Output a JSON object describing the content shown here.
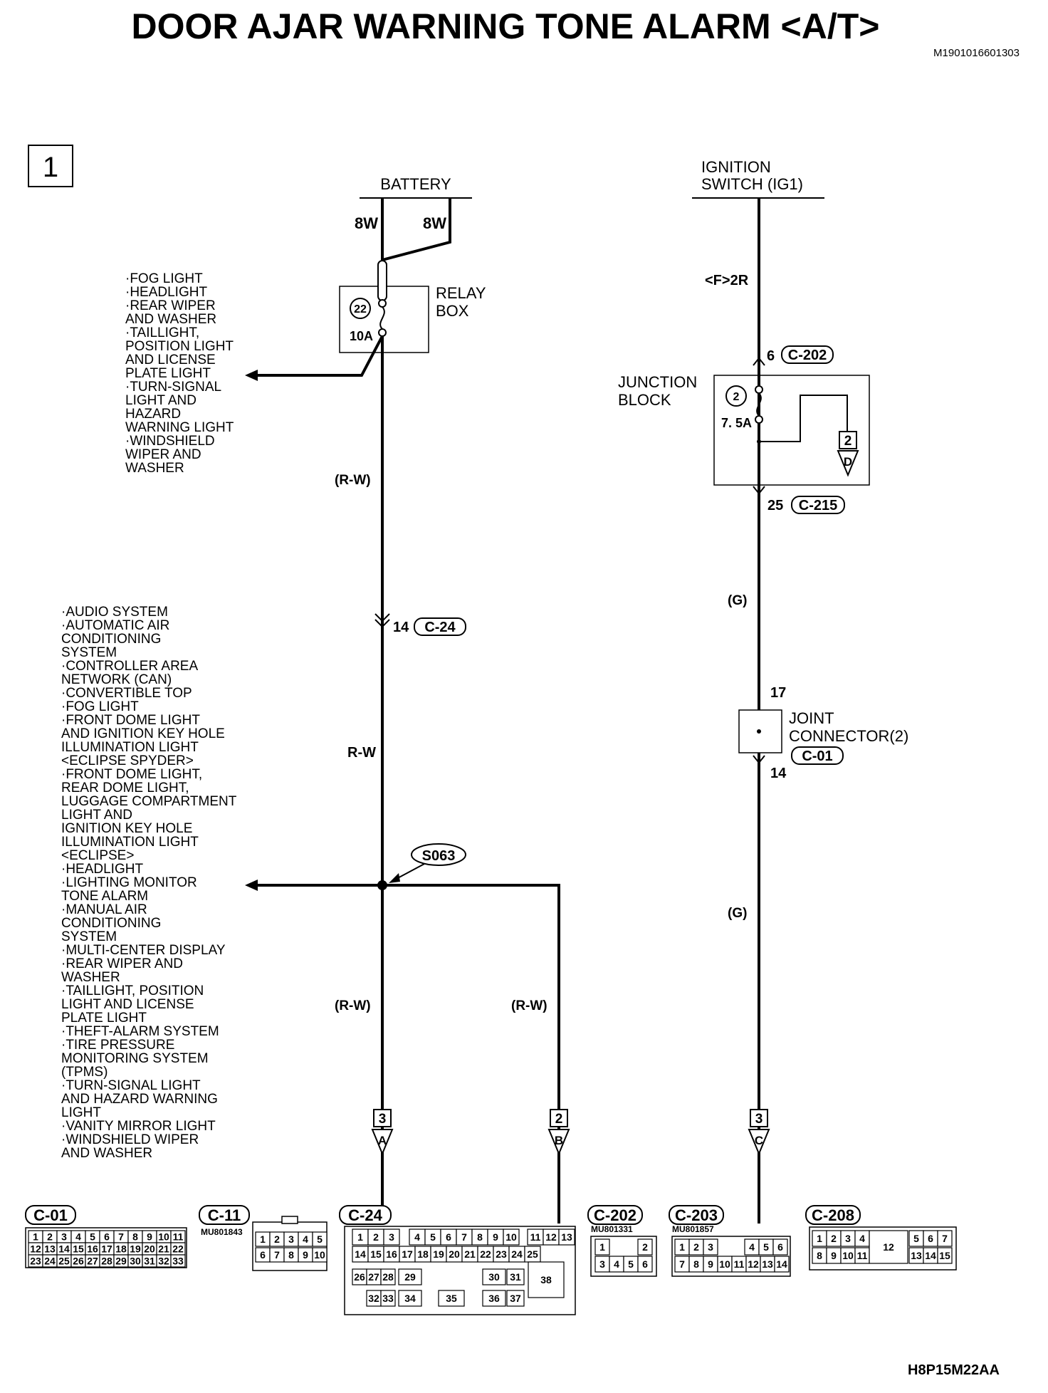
{
  "title": "DOOR AJAR WARNING TONE ALARM <A/T>",
  "doc_id": "M1901016601303",
  "page_number": "1",
  "footer_code": "H8P15M22AA",
  "battery": {
    "label": "BATTERY",
    "wire_left": "8W",
    "wire_right": "8W"
  },
  "relay_box": {
    "label_line1": "RELAY",
    "label_line2": "BOX",
    "fuse_number": "22",
    "fuse_rating": "10A"
  },
  "relay_branch_list": [
    "·FOG LIGHT",
    "·HEADLIGHT",
    "·REAR WIPER",
    " AND WASHER",
    "·TAILLIGHT,",
    " POSITION LIGHT",
    " AND LICENSE",
    " PLATE LIGHT",
    "·TURN-SIGNAL",
    " LIGHT AND",
    " HAZARD",
    " WARNING LIGHT",
    "·WINDSHIELD",
    " WIPER AND",
    " WASHER"
  ],
  "left_wire": {
    "color_upper": "(R-W)",
    "connector_pin": "14",
    "connector": "C-24",
    "color_mid": "R-W",
    "splice": "S063",
    "color_lower_left": "(R-W)",
    "color_lower_right": "(R-W)"
  },
  "splice_branch_list": [
    "·AUDIO SYSTEM",
    "·AUTOMATIC AIR",
    " CONDITIONING",
    " SYSTEM",
    "·CONTROLLER AREA",
    " NETWORK (CAN)",
    "·CONVERTIBLE TOP",
    "·FOG LIGHT",
    "·FRONT DOME LIGHT",
    " AND IGNITION KEY HOLE",
    " ILLUMINATION LIGHT",
    " <ECLIPSE SPYDER>",
    "·FRONT DOME LIGHT,",
    " REAR DOME LIGHT,",
    " LUGGAGE COMPARTMENT",
    " LIGHT AND",
    " IGNITION KEY HOLE",
    " ILLUMINATION LIGHT",
    " <ECLIPSE>",
    "·HEADLIGHT",
    "·LIGHTING MONITOR",
    " TONE ALARM",
    "·MANUAL AIR",
    " CONDITIONING",
    " SYSTEM",
    "·MULTI-CENTER DISPLAY",
    "·REAR WIPER AND",
    " WASHER",
    "·TAILLIGHT, POSITION",
    " LIGHT AND LICENSE",
    " PLATE LIGHT",
    "·THEFT-ALARM SYSTEM",
    "·TIRE PRESSURE",
    " MONITORING SYSTEM",
    " (TPMS)",
    "·TURN-SIGNAL LIGHT",
    " AND HAZARD WARNING",
    " LIGHT",
    "·VANITY MIRROR LIGHT",
    "·WINDSHIELD WIPER",
    " AND WASHER"
  ],
  "ignition": {
    "label_line1": "IGNITION",
    "label_line2": "SWITCH (IG1)",
    "wire_code": "<F>2R",
    "jb_in_pin": "6",
    "jb_in_connector": "C-202",
    "jb_label_line1": "JUNCTION",
    "jb_label_line2": "BLOCK",
    "fuse_number": "2",
    "fuse_rating": "7. 5A",
    "jb_out_pin": "25",
    "jb_out_connector": "C-215",
    "color_upper": "(G)",
    "jc_in_pin": "17",
    "jc_label_line1": "JOINT",
    "jc_label_line2": "CONNECTOR(2)",
    "jc_connector": "C-01",
    "jc_out_pin": "14",
    "color_lower": "(G)"
  },
  "jb_ref": {
    "page": "2",
    "letter": "D"
  },
  "outputs": [
    {
      "page": "3",
      "letter": "A"
    },
    {
      "page": "2",
      "letter": "B"
    },
    {
      "page": "3",
      "letter": "C"
    }
  ],
  "connectors": {
    "c01": {
      "name": "C-01",
      "rows": [
        [
          "1",
          "2",
          "3",
          "4",
          "5",
          "6",
          "7",
          "8",
          "9",
          "10",
          "11"
        ],
        [
          "12",
          "13",
          "14",
          "15",
          "16",
          "17",
          "18",
          "19",
          "20",
          "21",
          "22"
        ],
        [
          "23",
          "24",
          "25",
          "26",
          "27",
          "28",
          "29",
          "30",
          "31",
          "32",
          "33"
        ]
      ]
    },
    "c11": {
      "name": "C-11",
      "part": "MU801843",
      "rows": [
        [
          "1",
          "2",
          "3",
          "4",
          "5"
        ],
        [
          "6",
          "7",
          "8",
          "9",
          "10"
        ]
      ]
    },
    "c24": {
      "name": "C-24",
      "row1": [
        "1",
        "2",
        "3",
        "4",
        "5",
        "6",
        "7",
        "8",
        "9",
        "10",
        "11",
        "12",
        "13"
      ],
      "row2": [
        "14",
        "15",
        "16",
        "17",
        "18",
        "19",
        "20",
        "21",
        "22",
        "23",
        "24",
        "25"
      ],
      "row3": [
        "26",
        "27",
        "28",
        "29",
        "30",
        "31",
        "38"
      ],
      "row4": [
        "32",
        "33",
        "34",
        "35",
        "36",
        "37"
      ]
    },
    "c202": {
      "name": "C-202",
      "part": "MU801331",
      "rows": [
        [
          "1",
          "2"
        ],
        [
          "3",
          "4",
          "5",
          "6"
        ]
      ]
    },
    "c203": {
      "name": "C-203",
      "part": "MU801857",
      "rows": [
        [
          "1",
          "2",
          "3",
          "4",
          "5",
          "6"
        ],
        [
          "7",
          "8",
          "9",
          "10",
          "11",
          "12",
          "13",
          "14"
        ]
      ]
    },
    "c208": {
      "name": "C-208",
      "rows": [
        [
          "1",
          "2",
          "3",
          "4",
          "5",
          "6",
          "7"
        ],
        [
          "8",
          "9",
          "10",
          "11",
          "12",
          "13",
          "14",
          "15"
        ]
      ]
    }
  }
}
